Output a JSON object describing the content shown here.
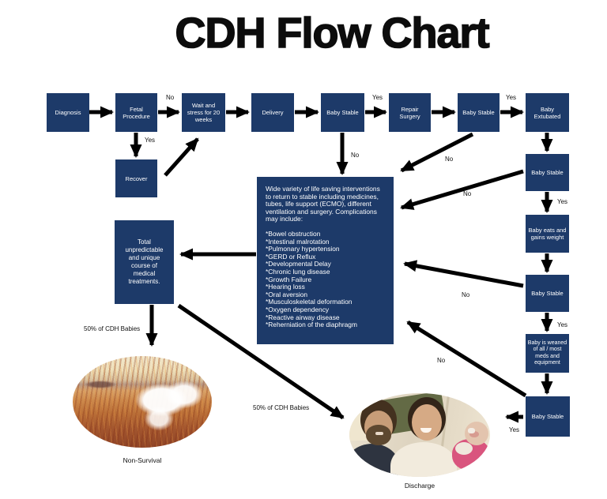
{
  "title": "CDH Flow Chart",
  "colors": {
    "box_navy": "#1D3A69",
    "arrow_black": "#000000",
    "box_text": "#FFFFFF",
    "background": "#FFFFFF"
  },
  "boxes": {
    "diagnosis": "Diagnosis",
    "fetal_procedure": "Fetal Procedure",
    "wait_stress": "Wait and stress for 20 weeks",
    "delivery": "Delivery",
    "baby_stable_1": "Baby Stable",
    "repair_surgery": "Repair Surgery",
    "baby_stable_2": "Baby Stable",
    "baby_extubated": "Baby Extubated",
    "recover": "Recover",
    "baby_stable_3": "Baby Stable",
    "baby_eats": "Baby eats and gains weight",
    "baby_stable_4": "Baby Stable",
    "baby_weaned": "Baby is weaned of all / most meds and equipment",
    "baby_stable_5": "Baby Stable",
    "total_course": "Total unpredictable and unique course of medical treatments."
  },
  "interventions_box": {
    "intro": "Wide variety of life saving interventions to return to stable including medicines, tubes, life support (ECMO), different ventilation and surgery.  Complications may include:",
    "complications": [
      "*Bowel obstruction",
      "*Intestinal malrotation",
      "*Pulmonary hypertension",
      "*GERD or Reflux",
      "*Developmental Delay",
      "*Chronic lung disease",
      "*Growth Failure",
      "*Hearing loss",
      "*Oral aversion",
      "*Musculoskeletal deformation",
      "*Oxygen dependency",
      "*Reactive airway disease",
      "*Reherniation of the diaphragm"
    ]
  },
  "edge_labels": {
    "yes": "Yes",
    "no": "No"
  },
  "percent_labels": {
    "non_survival": "50% of CDH Babies",
    "discharge": "50% of CDH Babies"
  },
  "captions": {
    "non_survival": "Non-Survival",
    "discharge": "Discharge"
  },
  "photos": {
    "non_survival": "beach-dune-grass-photo",
    "discharge": "family-with-newborn-photo"
  }
}
